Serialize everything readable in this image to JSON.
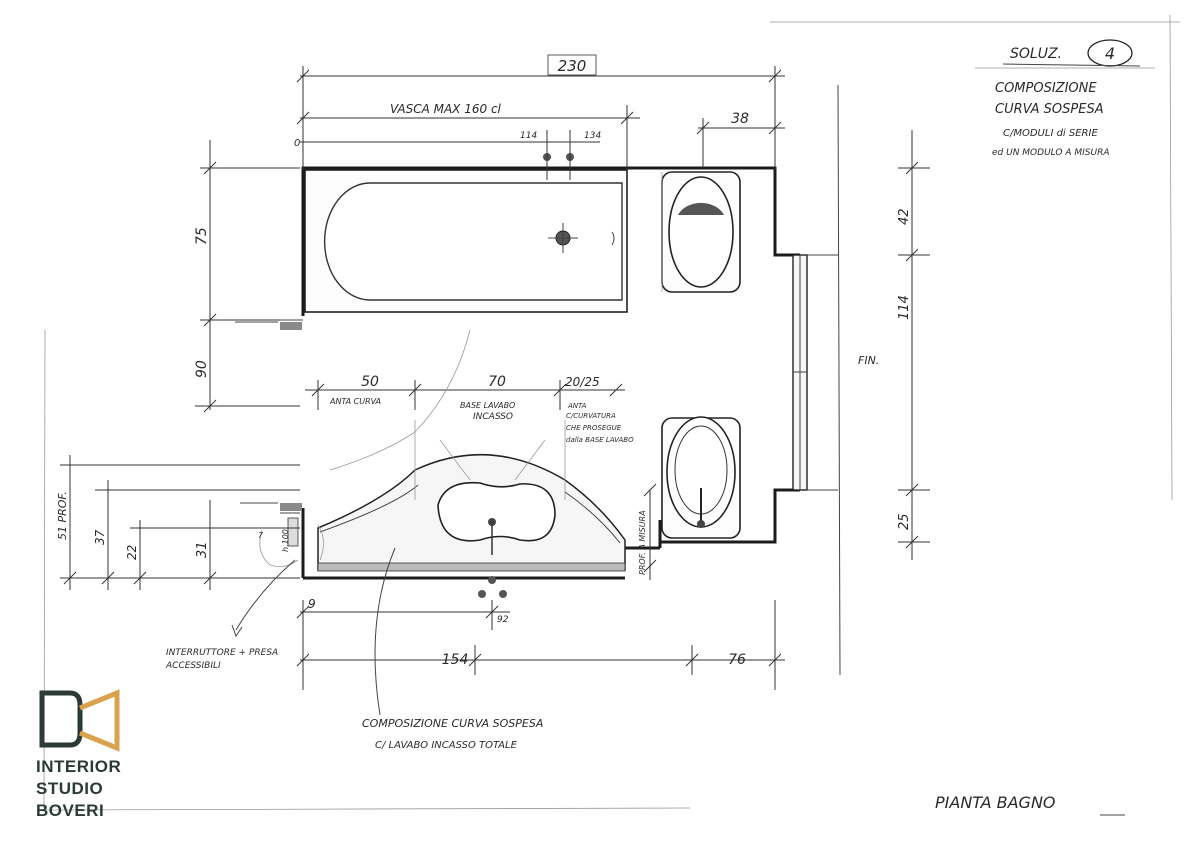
{
  "drawing": {
    "solution_label": "SOLUZ.",
    "solution_number": "4",
    "composition_note": [
      "COMPOSIZIONE",
      "CURVA SOSPESA",
      "C/MODULI di SERIE",
      "ed UN MODULO A MISURA"
    ],
    "footer_title": "PIANTA BAGNO"
  },
  "dimensions": {
    "overall_width": "230",
    "tub_length": "VASCA MAX 160 cl",
    "zero": "0",
    "tap_left": "114",
    "tap_right": "134",
    "wc_width": "38",
    "tub_depth": "75",
    "clearance": "90",
    "left_total": "51 PROF.",
    "left_37": "37",
    "left_22": "22",
    "left_31": "31",
    "small_7": "7",
    "small_100": "h.100",
    "right_42": "42",
    "right_114": "114",
    "right_25": "25",
    "window_label": "FIN.",
    "bottom_9": "9",
    "bottom_92": "92",
    "bottom_154": "154",
    "bottom_76": "76",
    "prof_label": "PROF. A MISURA"
  },
  "modules": {
    "m1_size": "50",
    "m1_label": "ANTA CURVA",
    "m2_size": "70",
    "m2_label_1": "BASE LAVABO",
    "m2_label_2": "INCASSO",
    "m3_size": "20/25",
    "m3_label": [
      "ANTA",
      "C/CURVATURA",
      "CHE PROSEGUE",
      "dalla BASE LAVABO"
    ]
  },
  "annotations": {
    "switch_note": [
      "INTERRUTTORE + PRESA",
      "ACCESSIBILI"
    ],
    "composition_note": [
      "COMPOSIZIONE CURVA SOSPESA",
      "C/ LAVABO INCASSO TOTALE"
    ]
  },
  "logo": {
    "line1": "INTERIOR",
    "line2": "STUDIO",
    "line3": "BOVERI",
    "mark_dark": "#2b3a35",
    "mark_accent": "#d9a24e"
  }
}
